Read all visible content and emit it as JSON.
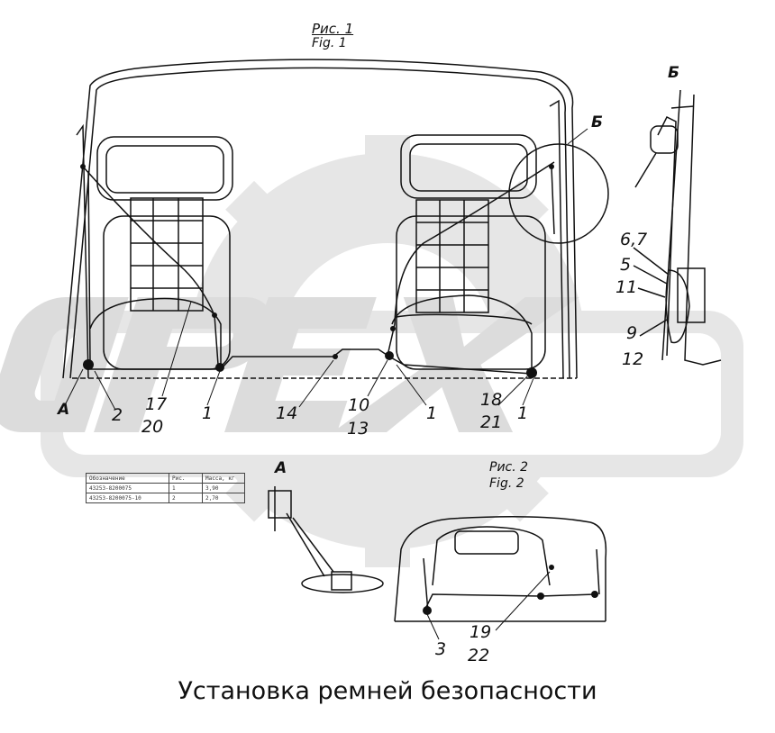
{
  "figure1": {
    "title_ru": "Рис. 1",
    "title_en": "Fig. 1"
  },
  "figure2": {
    "title_ru": "Рис. 2",
    "title_en": "Fig. 2"
  },
  "views": {
    "view_a": "А",
    "view_b": "Б",
    "view_a_detail": "А",
    "view_b_detail": "Б"
  },
  "labels": {
    "l1a": "1",
    "l1b": "1",
    "l1c": "1",
    "l2": "2",
    "l3": "3",
    "l5": "5",
    "l67": "6,7",
    "l9": "9",
    "l10": "10",
    "l11": "11",
    "l12": "12",
    "l13": "13",
    "l14": "14",
    "l17": "17",
    "l18": "18",
    "l19": "19",
    "l20": "20",
    "l21": "21",
    "l22": "22"
  },
  "watermark": "OPEX",
  "caption": "Установка ремней безопасности",
  "table": {
    "headers": [
      "Обозначение",
      "Рис.",
      "Масса, кг"
    ],
    "rows": [
      [
        "43253-8200075",
        "1",
        "3,90"
      ],
      [
        "43253-8200075-10",
        "2",
        "2,70"
      ]
    ]
  },
  "colors": {
    "ink": "#111111",
    "watermark": "#e3e3e3"
  }
}
